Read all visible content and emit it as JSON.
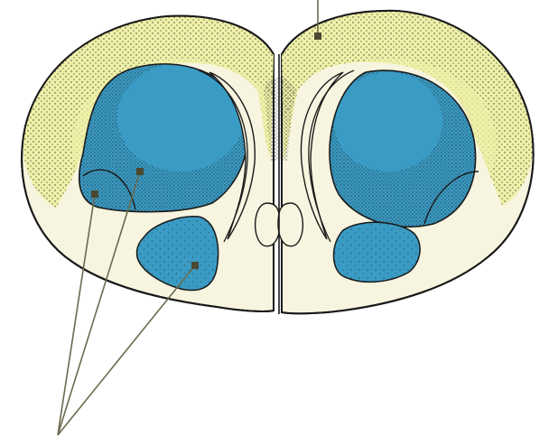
{
  "diagram": {
    "kind": "brain-cross-section",
    "labels": [],
    "colors": {
      "background": "#ffffff",
      "outline": "#1a1a1a",
      "cortex_fill": "#eef0a8",
      "white_matter_fill": "#f7f5e0",
      "nuclei_fill": "#3a9bc4",
      "stipple": "#1a1a1a",
      "leader_line": "#6b6a4e",
      "marker": "#4a4930"
    },
    "components": [
      {
        "name": "left-cortex",
        "region": "cortex"
      },
      {
        "name": "right-cortex",
        "region": "cortex"
      },
      {
        "name": "midline-fissure",
        "region": "fissure"
      },
      {
        "name": "left-caudate-nucleus",
        "region": "nucleus"
      },
      {
        "name": "right-caudate-nucleus",
        "region": "nucleus"
      },
      {
        "name": "left-lenticular-nucleus",
        "region": "nucleus"
      },
      {
        "name": "right-lenticular-nucleus",
        "region": "nucleus"
      },
      {
        "name": "left-small-nucleus",
        "region": "nucleus"
      },
      {
        "name": "right-small-nucleus",
        "region": "nucleus"
      },
      {
        "name": "left-lateral-ventricle",
        "region": "ventricle"
      },
      {
        "name": "right-lateral-ventricle",
        "region": "ventricle"
      },
      {
        "name": "third-ventricle",
        "region": "ventricle"
      }
    ]
  }
}
